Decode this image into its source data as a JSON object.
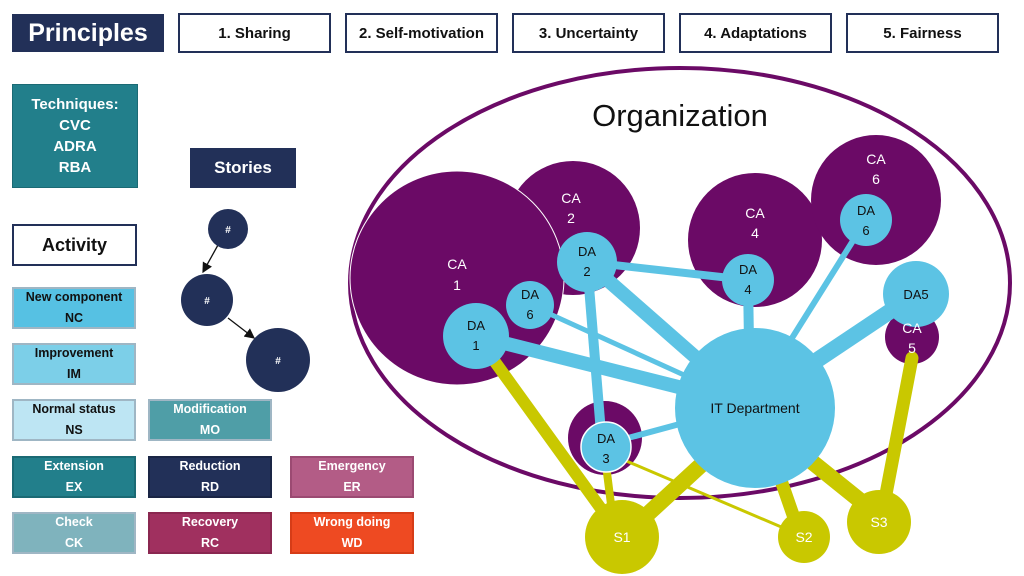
{
  "header": {
    "title": "Principles",
    "principles": [
      {
        "label": "1. Sharing"
      },
      {
        "label": "2. Self-motivation"
      },
      {
        "label": "3. Uncertainty"
      },
      {
        "label": "4. Adaptations"
      },
      {
        "label": "5. Fairness"
      }
    ]
  },
  "techniques": {
    "title": "Techniques:",
    "items": [
      "CVC",
      "ADRA",
      "RBA"
    ]
  },
  "stories": {
    "title": "Stories",
    "node_label": "#"
  },
  "activity": {
    "title": "Activity",
    "items": [
      {
        "name": "New component",
        "code": "NC",
        "color": "#56c1e3"
      },
      {
        "name": "Improvement",
        "code": "IM",
        "color": "#7ccfe8"
      },
      {
        "name": "Normal status",
        "code": "NS",
        "color": "#bde5f3"
      },
      {
        "name": "Modification",
        "code": "MO",
        "color": "#4f9ea7"
      },
      {
        "name": "Extension",
        "code": "EX",
        "color": "#227f8b"
      },
      {
        "name": "Reduction",
        "code": "RD",
        "color": "#223058"
      },
      {
        "name": "Emergency",
        "code": "ER",
        "color": "#b35c86"
      },
      {
        "name": "Check",
        "code": "CK",
        "color": "#7fb3bd"
      },
      {
        "name": "Recovery",
        "code": "RC",
        "color": "#a0305f"
      },
      {
        "name": "Wrong doing",
        "code": "WD",
        "color": "#ee4a22"
      }
    ]
  },
  "diagram": {
    "organization": "Organization",
    "it_department": "IT Department",
    "ca": [
      {
        "l1": "CA",
        "l2": "1"
      },
      {
        "l1": "CA",
        "l2": "2"
      },
      {
        "l1": "CA",
        "l2": "4"
      },
      {
        "l1": "CA",
        "l2": "6"
      },
      {
        "l1": "CA",
        "l2": "5"
      }
    ],
    "da": [
      {
        "l1": "DA",
        "l2": "1"
      },
      {
        "l1": "DA",
        "l2": "6"
      },
      {
        "l1": "DA",
        "l2": "2"
      },
      {
        "l1": "DA",
        "l2": "4"
      },
      {
        "l1": "DA",
        "l2": "6"
      },
      {
        "l1": "DA5",
        "l2": ""
      },
      {
        "l1": "DA",
        "l2": "3"
      }
    ],
    "stakeholders": [
      "S1",
      "S2",
      "S3"
    ],
    "colors": {
      "purple": "#6b0a66",
      "light_blue": "#5cc3e4",
      "navy": "#223058",
      "yellow_green": "#c9c800"
    }
  }
}
